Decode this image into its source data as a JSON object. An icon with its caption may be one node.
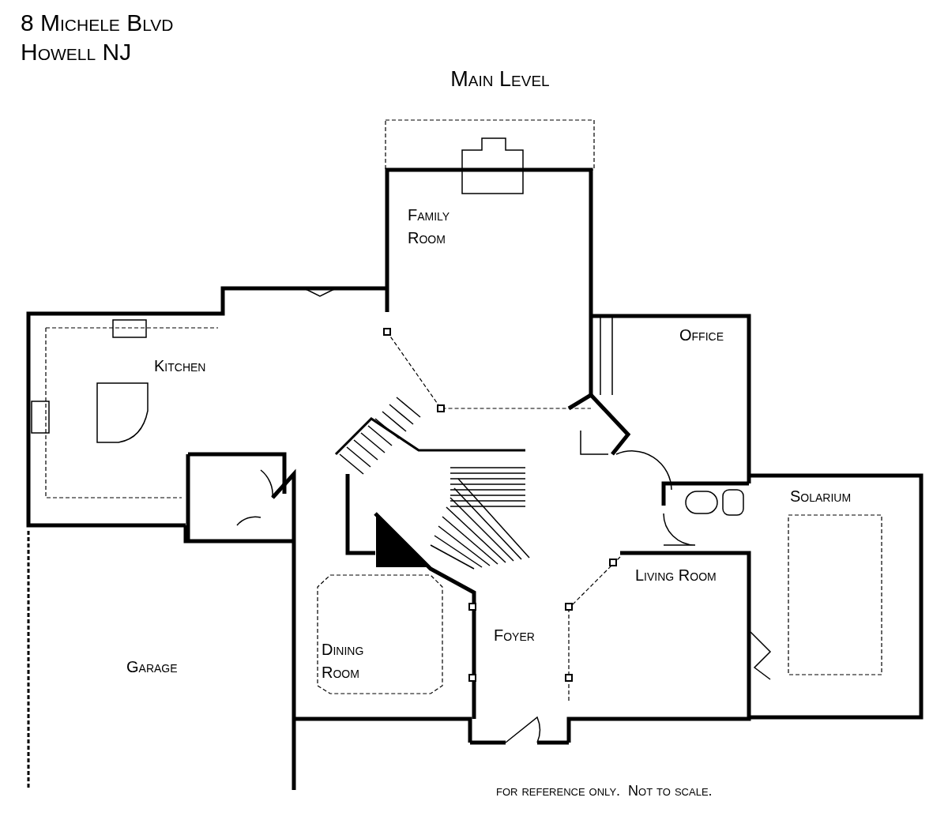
{
  "diagram": {
    "title": "Main Level",
    "caption": "for reference only.  Not to scale.",
    "nodes": [
      {
        "text": [
          "Family Room"
        ]
      },
      {
        "text": [
          "Office"
        ]
      },
      {
        "text": [
          "Kitchen"
        ]
      },
      {
        "text": [
          "Solarium"
        ]
      },
      {
        "text": [
          "Living Room"
        ]
      },
      {
        "text": [
          "Foyer"
        ]
      },
      {
        "text": [
          "Dining Room"
        ]
      },
      {
        "text": [
          "Garage"
        ]
      }
    ],
    "labels": [
      "8 Michele Blvd",
      "Howell  NJ"
    ]
  }
}
